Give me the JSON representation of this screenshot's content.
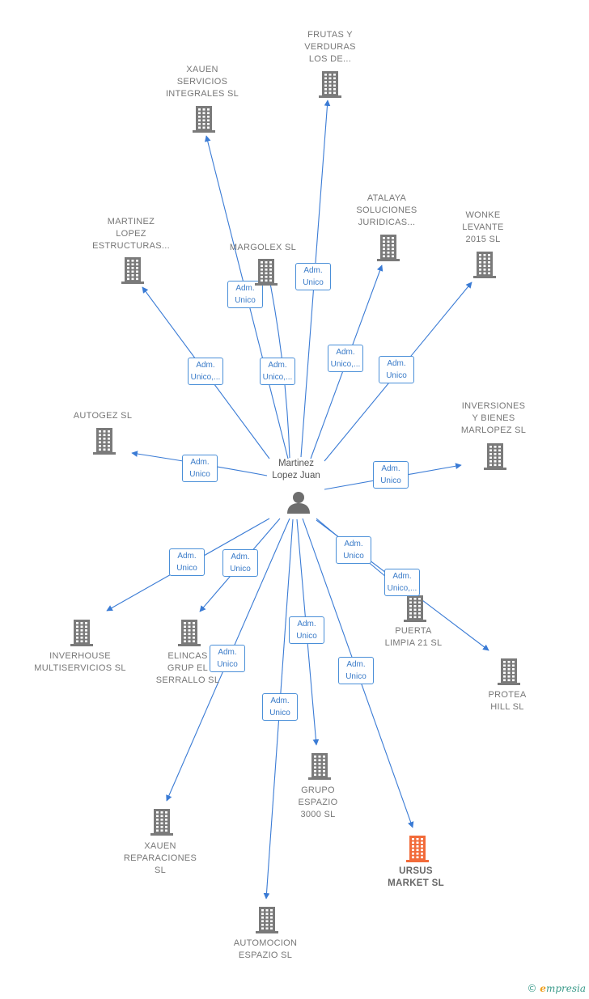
{
  "center": {
    "name": "Martinez\nLopez Juan"
  },
  "colors": {
    "edge": "#3a7bd5",
    "building": "#7a7a7a",
    "highlight": "#f26b3a"
  },
  "nodes": [
    {
      "id": "frutas",
      "label": "FRUTAS Y\nVERDURAS\nLOS DE...",
      "highlight": false,
      "relation": "Adm.\nUnico"
    },
    {
      "id": "xauen_serv",
      "label": "XAUEN\nSERVICIOS\nINTEGRALES SL",
      "highlight": false,
      "relation": "Adm.\nUnico"
    },
    {
      "id": "martinez_estr",
      "label": "MARTINEZ\nLOPEZ\nESTRUCTURAS...",
      "highlight": false,
      "relation": "Adm.\nUnico,..."
    },
    {
      "id": "margolex",
      "label": "MARGOLEX  SL",
      "highlight": false,
      "relation": "Adm.\nUnico,..."
    },
    {
      "id": "atalaya",
      "label": "ATALAYA\nSOLUCIONES\nJURIDICAS...",
      "highlight": false,
      "relation": "Adm.\nUnico,..."
    },
    {
      "id": "wonke",
      "label": "WONKE\nLEVANTE\n2015  SL",
      "highlight": false,
      "relation": "Adm.\nUnico"
    },
    {
      "id": "autogez",
      "label": "AUTOGEZ SL",
      "highlight": false,
      "relation": "Adm.\nUnico"
    },
    {
      "id": "inversiones",
      "label": "INVERSIONES\nY BIENES\nMARLOPEZ  SL",
      "highlight": false,
      "relation": "Adm.\nUnico"
    },
    {
      "id": "inverhouse",
      "label": "INVERHOUSE\nMULTISERVICIOS SL",
      "highlight": false,
      "relation": "Adm.\nUnico"
    },
    {
      "id": "elincas",
      "label": "ELINCAS\nGRUP EL\nSERRALLO SL",
      "highlight": false,
      "relation": "Adm.\nUnico"
    },
    {
      "id": "puerta",
      "label": "PUERTA\nLIMPIA 21  SL",
      "highlight": false,
      "relation": "Adm.\nUnico"
    },
    {
      "id": "protea",
      "label": "PROTEA\nHILL  SL",
      "highlight": false,
      "relation": "Adm.\nUnico,..."
    },
    {
      "id": "xauen_rep",
      "label": "XAUEN\nREPARACIONES\nSL",
      "highlight": false,
      "relation": "Adm.\nUnico"
    },
    {
      "id": "grupo",
      "label": "GRUPO\nESPAZIO\n3000 SL",
      "highlight": false,
      "relation": "Adm.\nUnico"
    },
    {
      "id": "ursus",
      "label": "URSUS\nMARKET  SL",
      "highlight": true,
      "relation": "Adm.\nUnico"
    },
    {
      "id": "automocion",
      "label": "AUTOMOCION\nESPAZIO SL",
      "highlight": false,
      "relation": "Adm.\nUnico"
    }
  ],
  "footer": {
    "copyright": "©",
    "brand_initial": "e",
    "brand_rest": "mpresia"
  }
}
